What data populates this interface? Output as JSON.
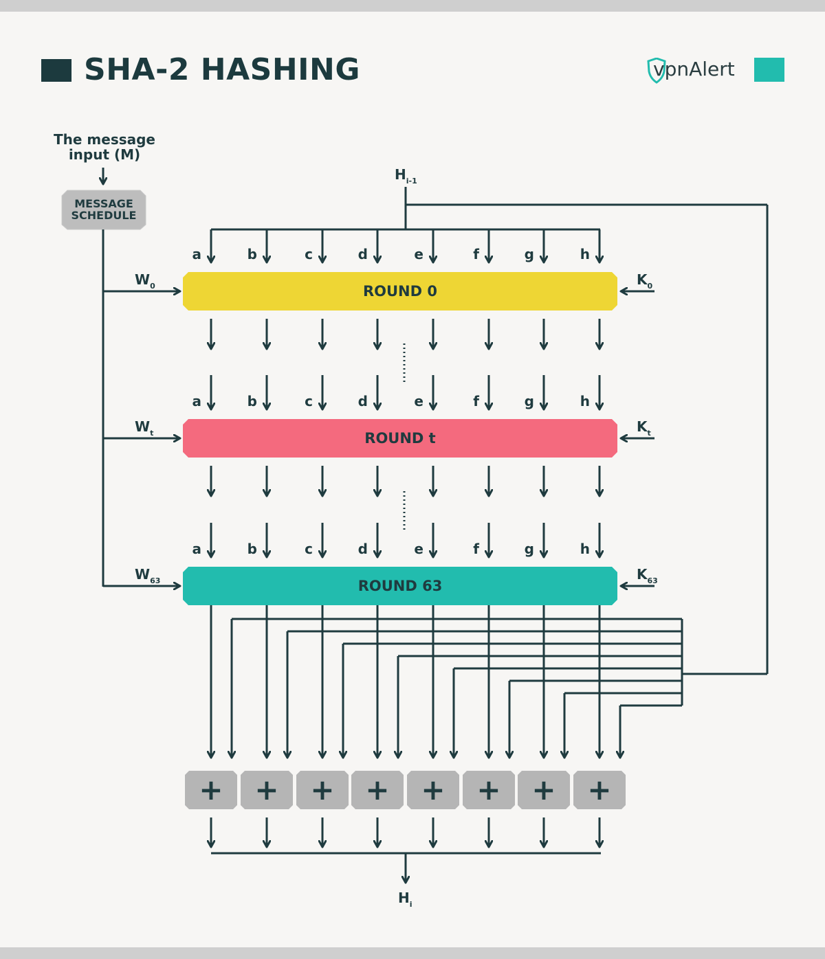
{
  "header": {
    "title": "SHA-2 HASHING",
    "logo_text": "vpnAlert",
    "logo_icon": "shield-icon",
    "accent_color": "#22bcae",
    "dark_color": "#1c3a3e"
  },
  "diagram": {
    "message_input_line1": "The message",
    "message_input_line2": "input (M)",
    "message_schedule_line1": "MESSAGE",
    "message_schedule_line2": "SCHEDULE",
    "h_in": {
      "base": "H",
      "sub": "i-1"
    },
    "h_out": {
      "base": "H",
      "sub": "i"
    },
    "registers": [
      "a",
      "b",
      "c",
      "d",
      "e",
      "f",
      "g",
      "h"
    ],
    "adder_symbol": "+",
    "rounds": [
      {
        "label": "ROUND 0",
        "w": {
          "base": "W",
          "sub": "0"
        },
        "k": {
          "base": "K",
          "sub": "0"
        },
        "color": "#eed634"
      },
      {
        "label": "ROUND t",
        "w": {
          "base": "W",
          "sub": "t"
        },
        "k": {
          "base": "K",
          "sub": "t"
        },
        "color": "#f46a7e"
      },
      {
        "label": "ROUND 63",
        "w": {
          "base": "W",
          "sub": "63"
        },
        "k": {
          "base": "K",
          "sub": "63"
        },
        "color": "#22bcae"
      }
    ]
  }
}
